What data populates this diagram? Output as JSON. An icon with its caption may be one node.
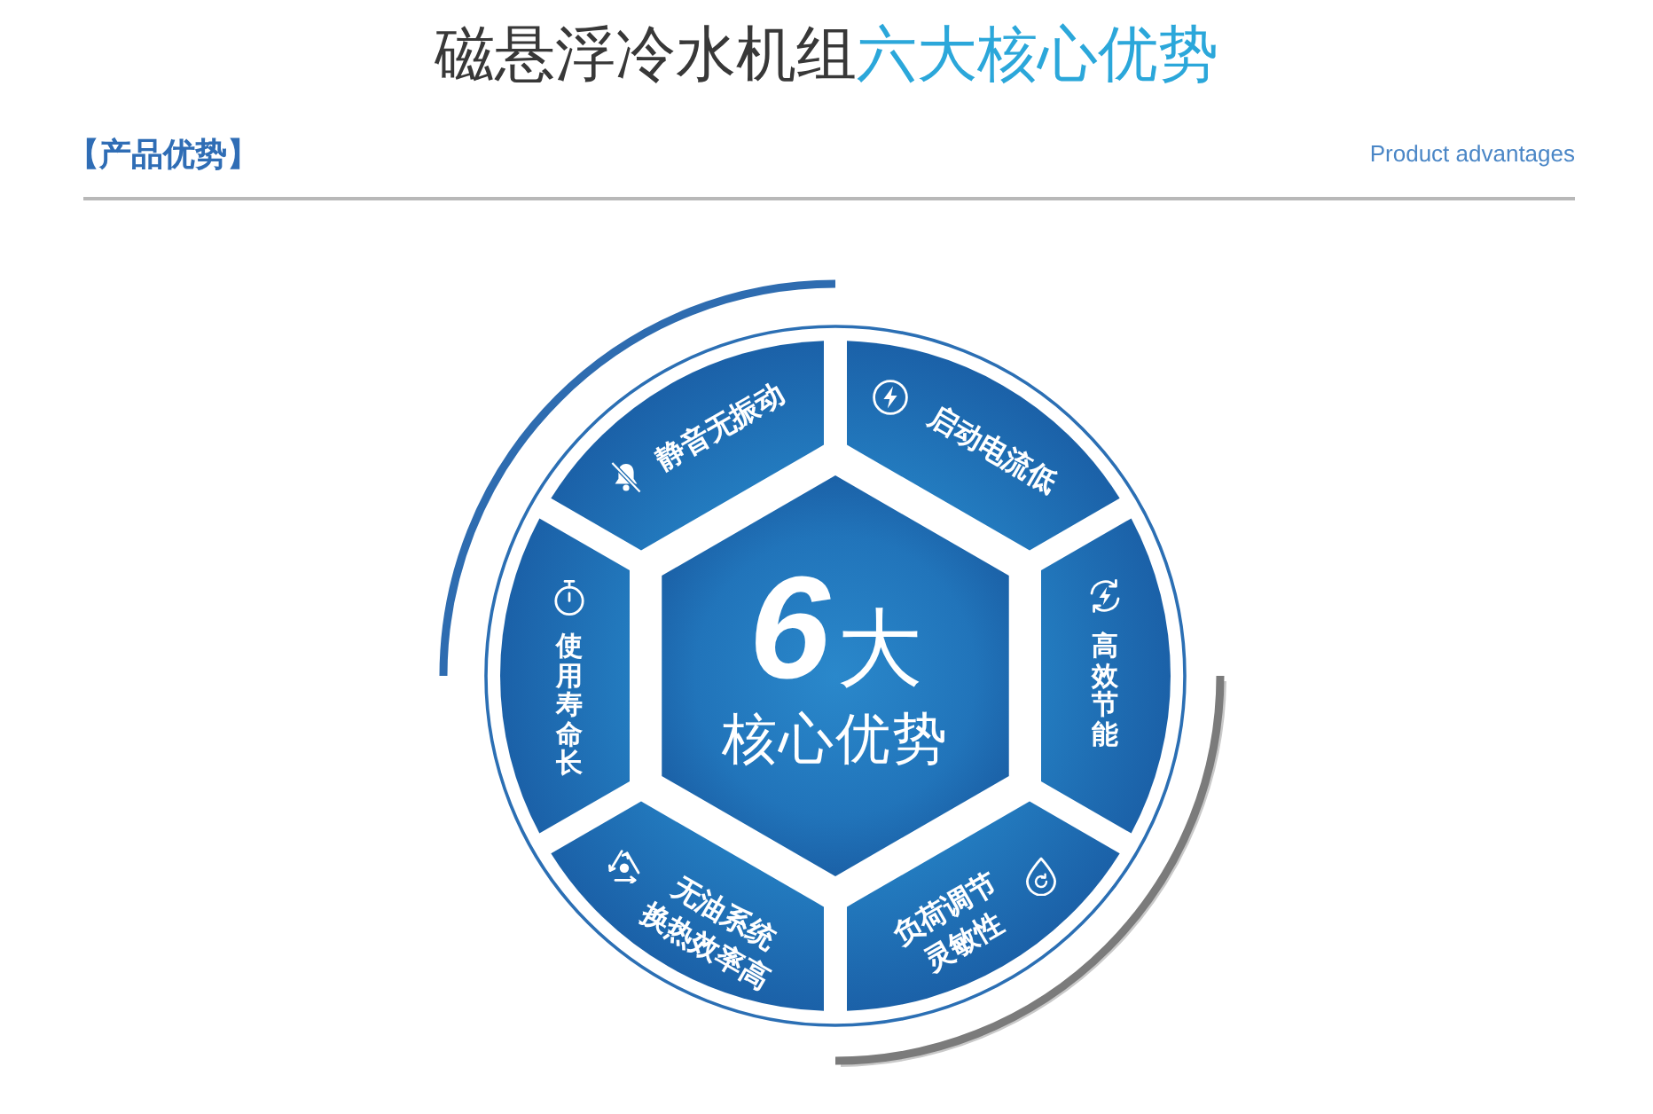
{
  "diagram": {
    "title": "磁悬浮冷水机组**六大核心优势**",
    "nodes": [
      {
        "text": [
          "**6**大",
          "核心优势"
        ]
      },
      {
        "text": [
          "静音无振动"
        ]
      },
      {
        "text": [
          "启动电流低"
        ]
      },
      {
        "text": [
          "高效节能"
        ]
      },
      {
        "text": [
          "负荷调节灵敏性"
        ]
      },
      {
        "text": [
          "无油系统换热效率高"
        ]
      },
      {
        "text": [
          "使用寿命长"
        ]
      }
    ],
    "labels": [
      "【产品优势】",
      "Product advantages"
    ]
  }
}
